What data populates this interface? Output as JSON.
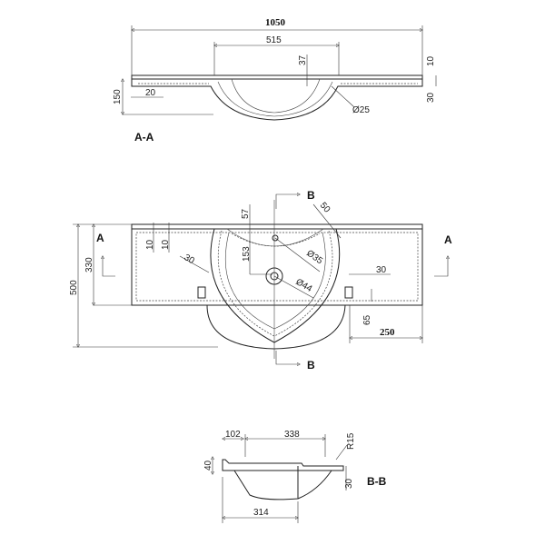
{
  "section_aa": {
    "title": "A-A",
    "dims": {
      "overall_width": "1050",
      "bowl_width": "515",
      "tap_offset": "37",
      "top_thickness": "10",
      "edge_height": "30",
      "depth": "150",
      "edge_lip": "20",
      "overflow_dia": "Ø25"
    }
  },
  "plan_view": {
    "section_marker_a": "A",
    "section_marker_b": "B",
    "dims": {
      "depth_total": "500",
      "counter_depth": "330",
      "rim_a": "10",
      "rim_b": "10",
      "tap_dist": "57",
      "drain_dist": "153",
      "corner": "50",
      "tap_dia": "Ø35",
      "drain_dia": "Ø44",
      "left_30": "30",
      "right_30": "30",
      "offset_65": "65",
      "side_width": "250"
    }
  },
  "section_bb": {
    "title": "B-B",
    "dims": {
      "front": "102",
      "rear": "338",
      "radius": "R15",
      "lip": "40",
      "edge": "30",
      "bowl_depth": "314"
    }
  }
}
